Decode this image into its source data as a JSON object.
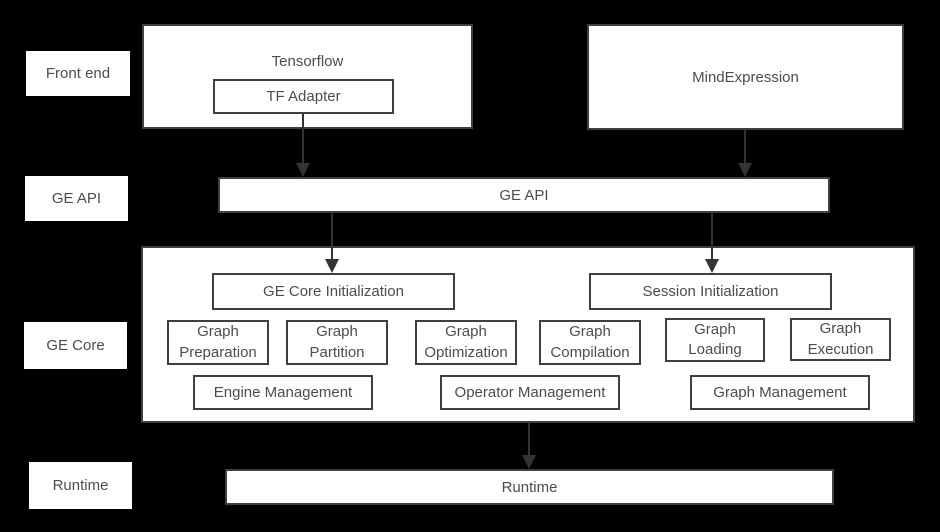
{
  "theme": {
    "background": "#000000",
    "box_fill": "#ffffff",
    "border_color": "#3f3f3f",
    "text_color": "#4d4d4d",
    "arrow_color": "#333333"
  },
  "side_labels": {
    "front_end": "Front end",
    "ge_api": "GE API",
    "ge_core": "GE Core",
    "runtime": "Runtime"
  },
  "front_end": {
    "tensorflow": "Tensorflow",
    "tf_adapter": "TF Adapter",
    "mind_expression": "MindExpression"
  },
  "ge_api_bar": {
    "label": "GE API"
  },
  "ge_core": {
    "init_boxes": [
      "GE Core Initialization",
      "Session Initialization"
    ],
    "stage_boxes": [
      "Graph Preparation",
      "Graph Partition",
      "Graph Optimization",
      "Graph Compilation",
      "Graph Loading",
      "Graph Execution"
    ],
    "management_boxes": [
      "Engine Management",
      "Operator Management",
      "Graph Management"
    ]
  },
  "runtime_bar": {
    "label": "Runtime"
  }
}
